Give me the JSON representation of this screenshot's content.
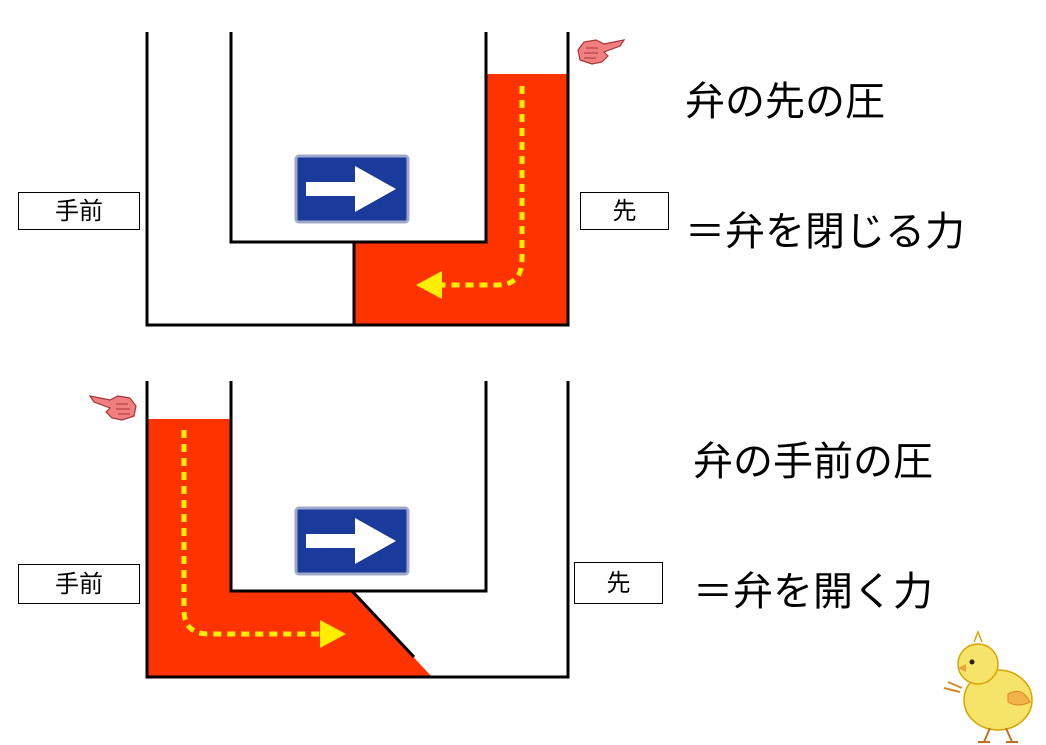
{
  "top": {
    "left_label": "手前",
    "right_label": "先",
    "caption_1": "弁の先の圧",
    "caption_2": "＝弁を閉じる力"
  },
  "bottom": {
    "left_label": "手前",
    "right_label": "先",
    "caption_1": "弁の手前の圧",
    "caption_2": "＝弁を開く力"
  },
  "colors": {
    "fluid": "#ff3300",
    "flow_arrow": "#ffee00",
    "sign_blue": "#1a3a9c",
    "hand": "#f08080"
  },
  "icons": [
    "pointing-hand-icon",
    "one-way-arrow-sign-icon",
    "chick-icon"
  ]
}
